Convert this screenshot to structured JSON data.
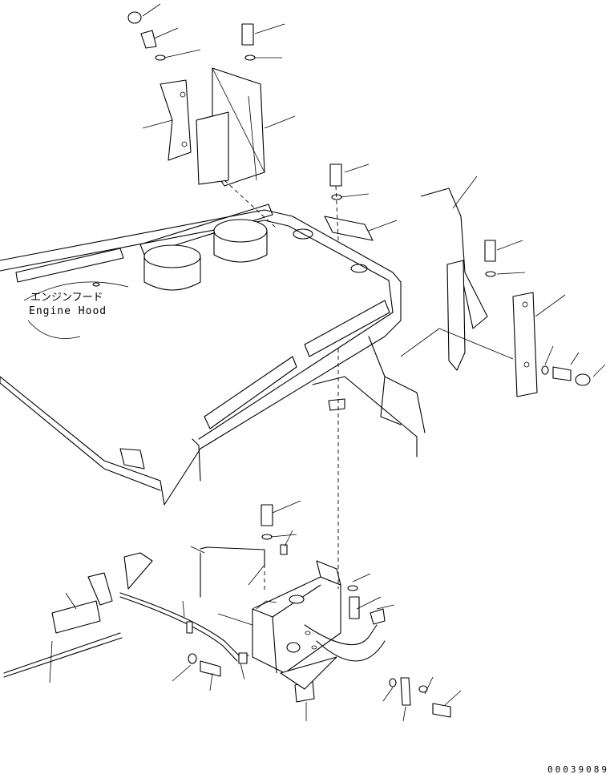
{
  "labels": {
    "engine_hood_jp": "エンジンフード",
    "engine_hood_en": "Engine Hood"
  },
  "drawing_number": "00039089"
}
